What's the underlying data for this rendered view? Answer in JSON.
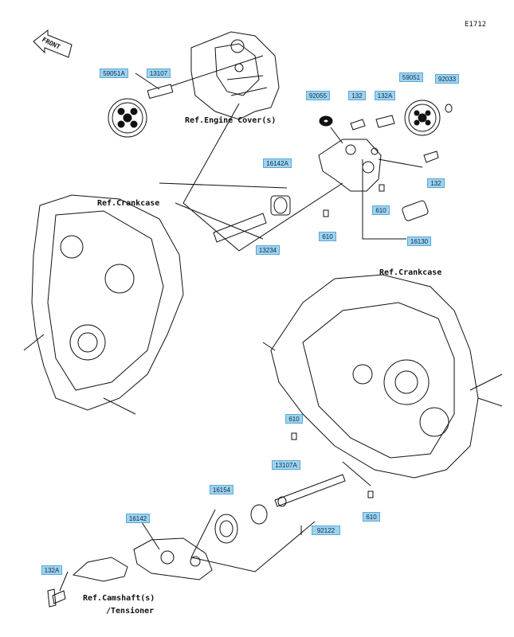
{
  "diagram_code": "E1712",
  "front_label": "FRONT",
  "references": {
    "engine_cover": "Ref.Engine Cover(s)",
    "crankcase_left": "Ref.Crankcase",
    "crankcase_right": "Ref.Crankcase",
    "camshaft_line1": "Ref.Camshaft(s)",
    "camshaft_line2": "/Tensioner"
  },
  "parts": {
    "p59051a": "59051A",
    "p13107": "13107",
    "p92055": "92055",
    "p132_top": "132",
    "p132a_top": "132A",
    "p59051": "59051",
    "p92033": "92033",
    "p16142a": "16142A",
    "p132_right": "132",
    "p610_c": "610",
    "p610_mid": "610",
    "p13234": "13234",
    "p16130": "16130",
    "p610_left": "610",
    "p13107a": "13107A",
    "p16154": "16154",
    "p610_right": "610",
    "p92122": "92122",
    "p16142": "16142",
    "p132a_bottom": "132A"
  },
  "colors": {
    "label_fill": "#9fd3ef",
    "label_border": "#5aa9d6",
    "line": "#111111"
  }
}
